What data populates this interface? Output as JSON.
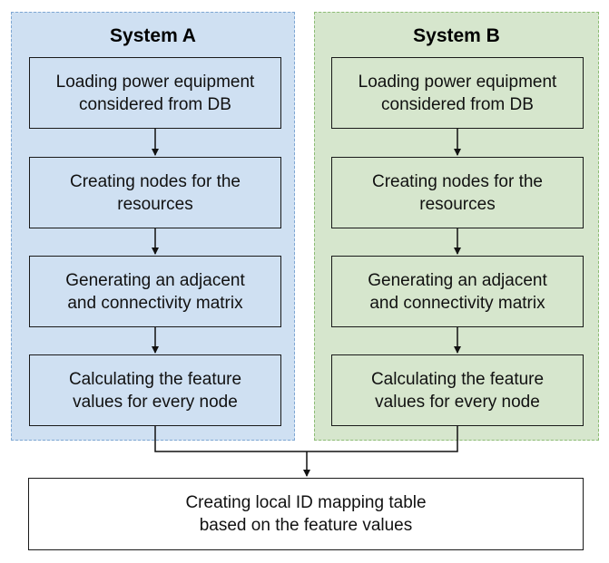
{
  "system_a": {
    "title": "System A",
    "steps": [
      "Loading power equipment\nconsidered from DB",
      "Creating nodes for the\nresources",
      "Generating an adjacent\nand connectivity matrix",
      "Calculating the feature\nvalues for every node"
    ]
  },
  "system_b": {
    "title": "System B",
    "steps": [
      "Loading power equipment\nconsidered from DB",
      "Creating nodes for the\nresources",
      "Generating an adjacent\nand connectivity matrix",
      "Calculating the feature\nvalues for every node"
    ]
  },
  "final_step": "Creating local ID mapping table\nbased on the feature values",
  "colors": {
    "system_a_fill": "#cfe0f2",
    "system_a_border": "#7fa7d3",
    "system_b_fill": "#d6e6cd",
    "system_b_border": "#8dbc75"
  }
}
